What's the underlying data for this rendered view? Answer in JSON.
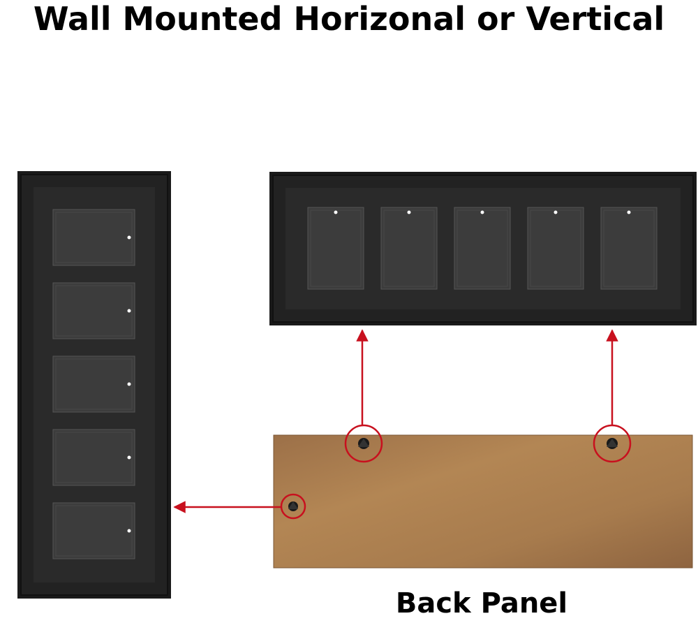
{
  "title": "Wall Mounted Horizonal or Vertical",
  "back_panel_label": "Back Panel",
  "vertical_frame": {
    "openings": 5
  },
  "horizontal_frame": {
    "openings": 5
  },
  "hangers": {
    "count": 3
  },
  "colors": {
    "frame": "#1c1c1c",
    "mat": "#2b2b2b",
    "opening": "#3d3d3d",
    "backboard": "#a87a4c",
    "arrow": "#c8101e"
  }
}
